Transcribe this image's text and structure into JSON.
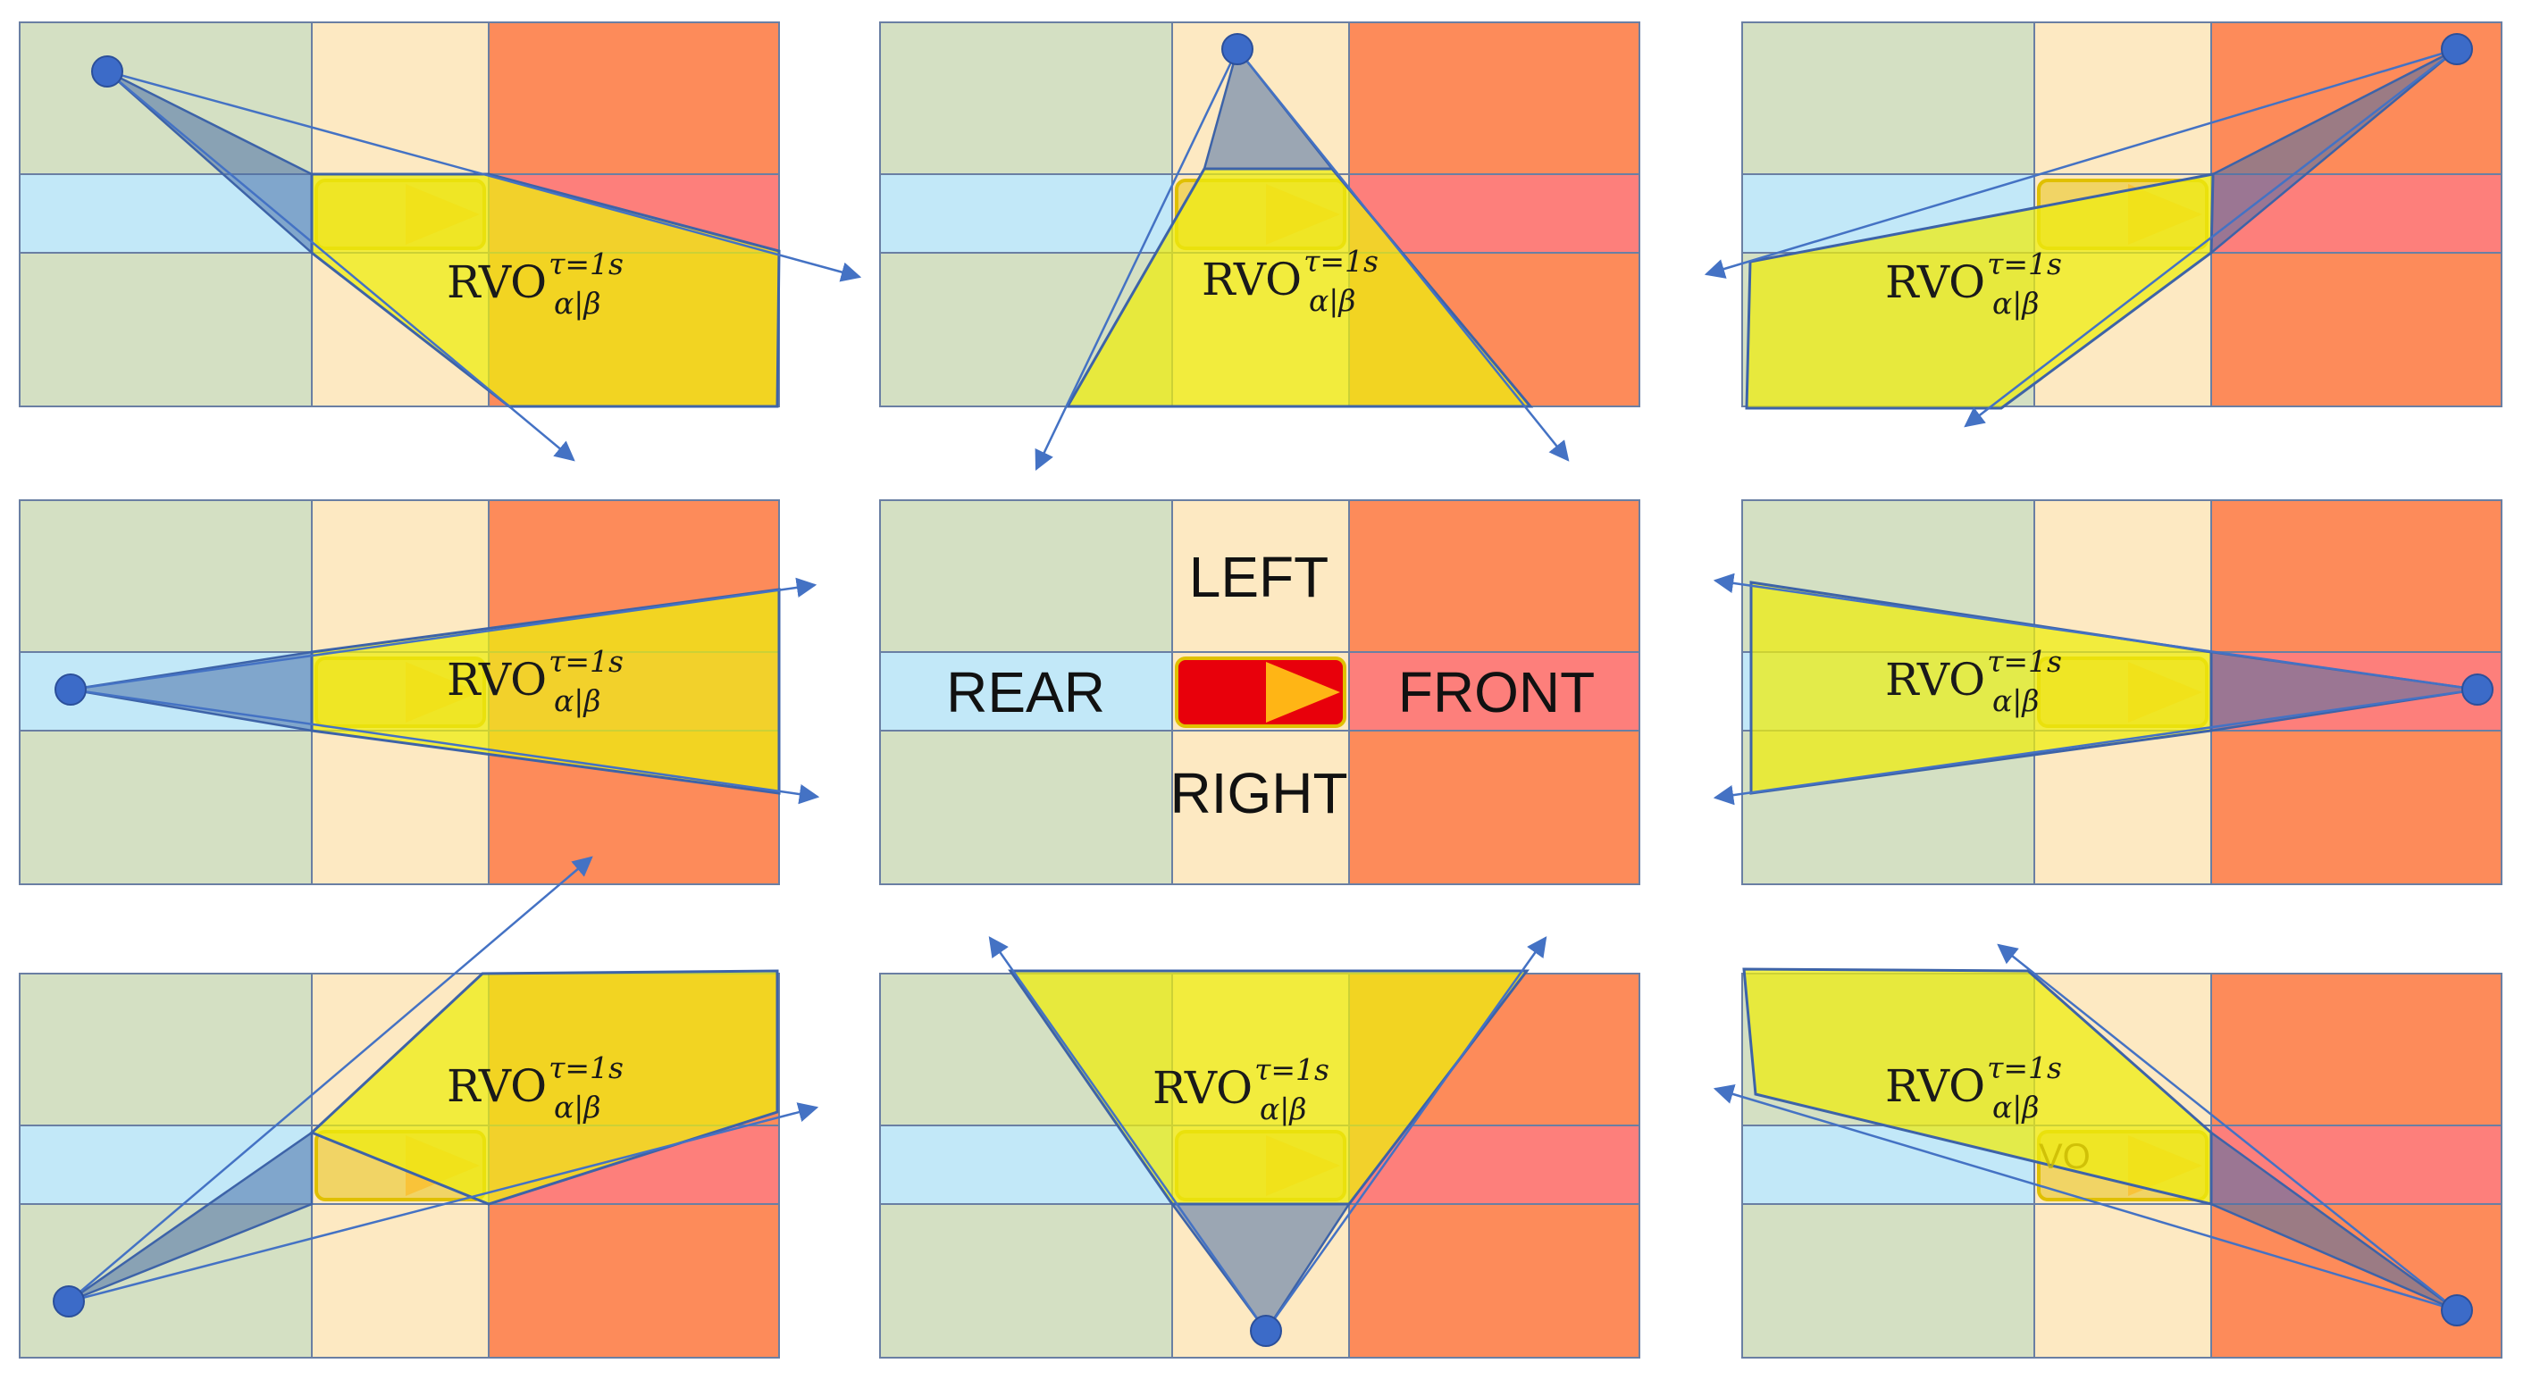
{
  "diagram": {
    "zone_labels": {
      "left": "LEFT",
      "rear": "REAR",
      "front": "FRONT",
      "right": "RIGHT"
    },
    "rvo_label": {
      "base": "RVO",
      "superscript": "τ=1s",
      "subscript": "α|β"
    },
    "vo_label": "VO",
    "colors": {
      "rear_left": "#d4e0c3",
      "rear_right": "#d4e0c3",
      "left": "#fde9c2",
      "right": "#fde9c2",
      "front_left": "#fd8b5a",
      "front_right": "#fd8b5a",
      "rear_lane": "#c2e8f8",
      "front_lane": "#fd7f7b",
      "ego_body": "#e8000b",
      "ego_arrow": "#ffb515",
      "ego_border": "#e0c000",
      "agent": "#3c6bc8",
      "vo_triangle": "#4a6fa8",
      "rvo_fill": "#eeec10",
      "grid_line": "#6a7fa3"
    },
    "panels": [
      {
        "id": "top-left",
        "agent_position": "rear-left",
        "shows_rvo": true
      },
      {
        "id": "top-center",
        "agent_position": "left",
        "shows_rvo": true
      },
      {
        "id": "top-right",
        "agent_position": "front-left",
        "shows_rvo": true
      },
      {
        "id": "middle-left",
        "agent_position": "rear",
        "shows_rvo": true
      },
      {
        "id": "center",
        "agent_position": "ego",
        "shows_rvo": false
      },
      {
        "id": "middle-right",
        "agent_position": "front",
        "shows_rvo": true
      },
      {
        "id": "bottom-left",
        "agent_position": "rear-right",
        "shows_rvo": true
      },
      {
        "id": "bottom-center",
        "agent_position": "right",
        "shows_rvo": true
      },
      {
        "id": "bottom-right",
        "agent_position": "front-right",
        "shows_rvo": true
      }
    ]
  }
}
